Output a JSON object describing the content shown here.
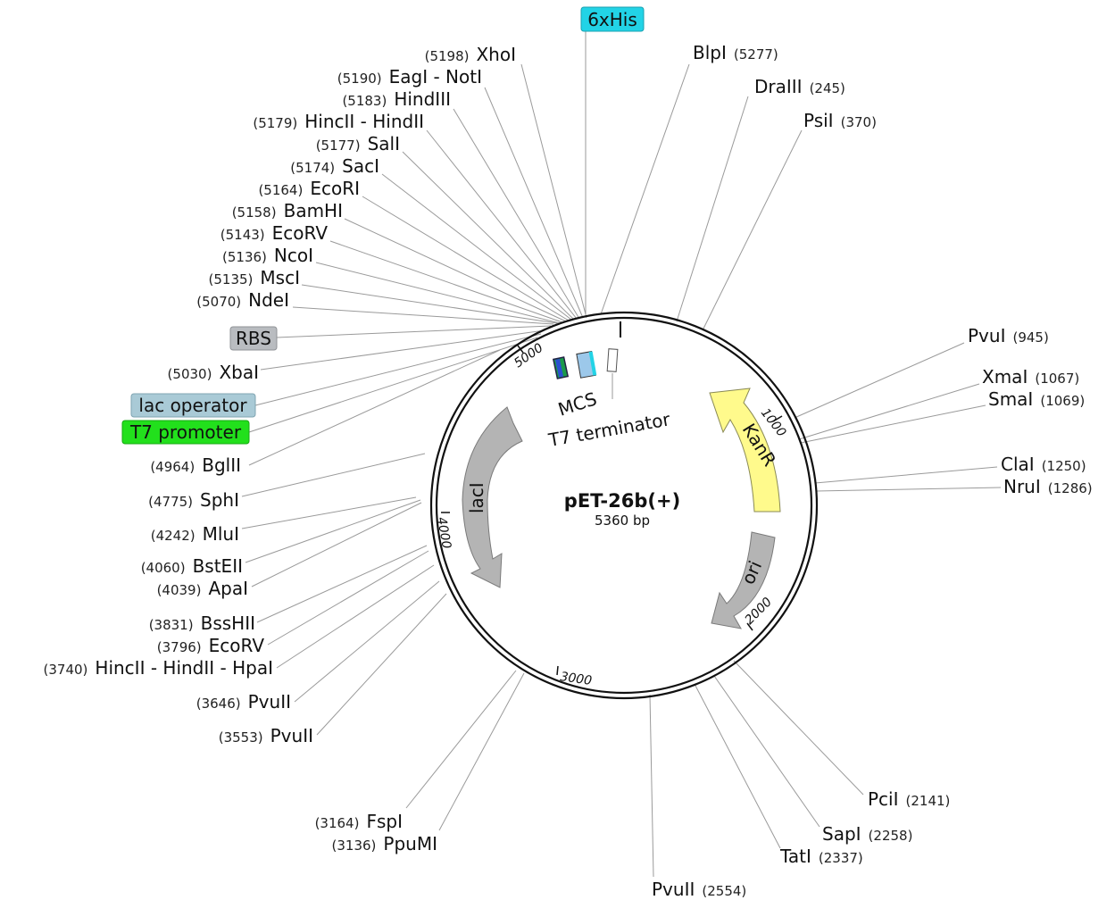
{
  "plasmid": {
    "name": "pET-26b(+)",
    "size_label": "5360 bp",
    "length": 5360
  },
  "sites": [
    {
      "name": "XhoI",
      "pos": "(5198)"
    },
    {
      "name": "EagI - NotI",
      "pos": "(5190)"
    },
    {
      "name": "HindIII",
      "pos": "(5183)"
    },
    {
      "name": "HincII - HindII",
      "pos": "(5179)"
    },
    {
      "name": "SalI",
      "pos": "(5177)"
    },
    {
      "name": "SacI",
      "pos": "(5174)"
    },
    {
      "name": "EcoRI",
      "pos": "(5164)"
    },
    {
      "name": "BamHI",
      "pos": "(5158)"
    },
    {
      "name": "EcoRV",
      "pos": "(5143)"
    },
    {
      "name": "NcoI",
      "pos": "(5136)"
    },
    {
      "name": "MscI",
      "pos": "(5135)"
    },
    {
      "name": "NdeI",
      "pos": "(5070)"
    },
    {
      "name": "XbaI",
      "pos": "(5030)"
    },
    {
      "name": "BglII",
      "pos": "(4964)"
    },
    {
      "name": "SphI",
      "pos": "(4775)"
    },
    {
      "name": "MluI",
      "pos": "(4242)"
    },
    {
      "name": "BstEII",
      "pos": "(4060)"
    },
    {
      "name": "ApaI",
      "pos": "(4039)"
    },
    {
      "name": "BssHII",
      "pos": "(3831)"
    },
    {
      "name": "EcoRV",
      "pos": "(3796)"
    },
    {
      "name": "HincII - HindII - HpaI",
      "pos": "(3740)"
    },
    {
      "name": "PvuII",
      "pos": "(3646)"
    },
    {
      "name": "PvuII",
      "pos": "(3553)"
    },
    {
      "name": "FspI",
      "pos": "(3164)"
    },
    {
      "name": "PpuMI",
      "pos": "(3136)"
    },
    {
      "name": "BlpI",
      "pos": "(5277)"
    },
    {
      "name": "DraIII",
      "pos": "(245)"
    },
    {
      "name": "PsiI",
      "pos": "(370)"
    },
    {
      "name": "PvuI",
      "pos": "(945)"
    },
    {
      "name": "XmaI",
      "pos": "(1067)"
    },
    {
      "name": "SmaI",
      "pos": "(1069)"
    },
    {
      "name": "ClaI",
      "pos": "(1250)"
    },
    {
      "name": "NruI",
      "pos": "(1286)"
    },
    {
      "name": "PciI",
      "pos": "(2141)"
    },
    {
      "name": "SapI",
      "pos": "(2258)"
    },
    {
      "name": "TatI",
      "pos": "(2337)"
    },
    {
      "name": "PvuII",
      "pos": "(2554)"
    }
  ],
  "boxed_features": [
    {
      "label": "6xHis",
      "color": "#22d3e6"
    },
    {
      "label": "RBS",
      "color": "#b9bcc0"
    },
    {
      "label": "lac operator",
      "color": "#a9cad6"
    },
    {
      "label": "T7 promoter",
      "color": "#22e01c"
    }
  ],
  "features": [
    {
      "label": "KanR",
      "color": "#fffa8c"
    },
    {
      "label": "lacI",
      "color": "#b4b4b4"
    },
    {
      "label": "ori",
      "color": "#b4b4b4"
    },
    {
      "label": "MCS"
    },
    {
      "label": "T7 terminator"
    }
  ],
  "ticks": [
    "1000",
    "2000",
    "3000",
    "4000",
    "5000"
  ]
}
